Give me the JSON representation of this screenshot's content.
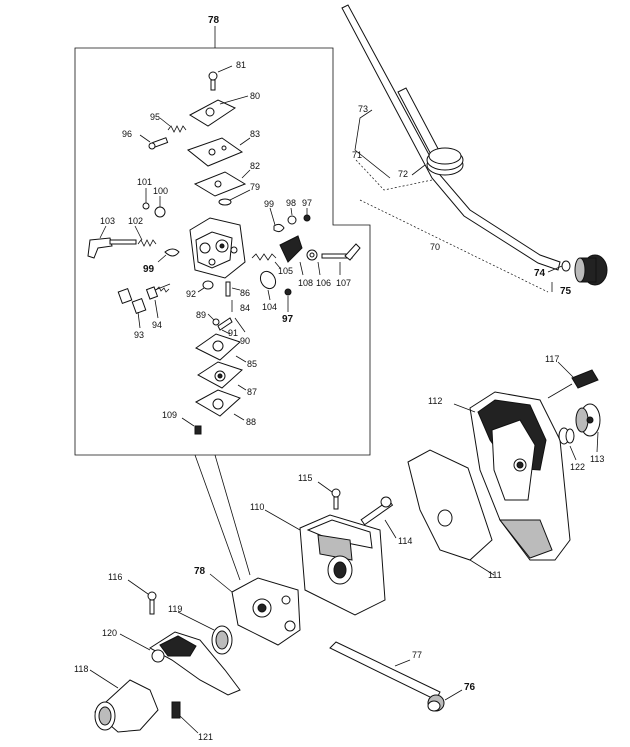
{
  "callouts": {
    "n78_top": "78",
    "n81": "81",
    "n80": "80",
    "n95": "95",
    "n96": "96",
    "n83": "83",
    "n82": "82",
    "n79": "79",
    "n101": "101",
    "n100": "100",
    "n99a": "99",
    "n98": "98",
    "n97a": "97",
    "n103": "103",
    "n102": "102",
    "n99b": "99",
    "n105": "105",
    "n108": "108",
    "n106": "106",
    "n107": "107",
    "n92": "92",
    "n86": "86",
    "n104": "104",
    "n97b": "97",
    "n84": "84",
    "n94": "94",
    "n93": "93",
    "n89": "89",
    "n91": "91",
    "n90": "90",
    "n85": "85",
    "n87": "87",
    "n109": "109",
    "n88": "88",
    "n73": "73",
    "n71": "71",
    "n72": "72",
    "n70": "70",
    "n74": "74",
    "n75": "75",
    "n117": "117",
    "n112": "112",
    "n122": "122",
    "n113": "113",
    "n115": "115",
    "n110": "110",
    "n114": "114",
    "n111": "111",
    "n116": "116",
    "n78_bottom": "78",
    "n119": "119",
    "n120": "120",
    "n118": "118",
    "n121": "121",
    "n77": "77",
    "n76": "76"
  }
}
